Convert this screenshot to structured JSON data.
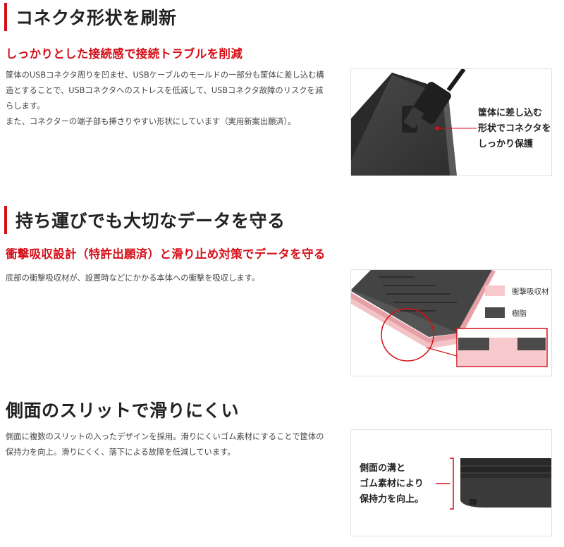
{
  "sections": [
    {
      "heading": "コネクタ形状を刷新",
      "subheading": "しっかりとした接続感で接続トラブルを削減",
      "body": [
        "筐体のUSBコネクタ周りを凹ませ、USBケーブルのモールドの一部分も筐体に差し込む構造とすることで、USBコネクタへのストレスを低減して、USBコネクタ故障のリスクを減らします。",
        "また、コネクターの端子部も挿さりやすい形状にしています（実用新案出願済）。"
      ],
      "image": {
        "callout_lines": [
          "筐体に差し込む",
          "形状でコネクタを",
          "しっかり保護"
        ]
      }
    },
    {
      "heading": "持ち運びでも大切なデータを守る",
      "subheading": "衝撃吸収設計（特許出願済）と滑り止め対策でデータを守る",
      "body": [
        "底部の衝撃吸収材が、設置時などにかかる本体への衝撃を吸収します。"
      ],
      "image": {
        "legend": [
          {
            "label": "衝撃吸収材",
            "color": "#f7c9cc"
          },
          {
            "label": "樹脂",
            "color": "#4a4a4a"
          }
        ]
      }
    },
    {
      "heading": "側面のスリットで滑りにくい",
      "body": [
        "側面に複数のスリットの入ったデザインを採用。滑りにくいゴム素材にすることで筐体の保持力を向上。滑りにくく、落下による故障を低減しています。"
      ],
      "image": {
        "callout_lines": [
          "側面の溝と",
          "ゴム素材により",
          "保持力を向上。"
        ]
      }
    }
  ],
  "colors": {
    "accent": "#d50f18",
    "device": "#3d3d3d",
    "cushion": "#f7c9cc"
  },
  "icons": [
    "usb-cable-icon",
    "hard-drive-icon"
  ]
}
